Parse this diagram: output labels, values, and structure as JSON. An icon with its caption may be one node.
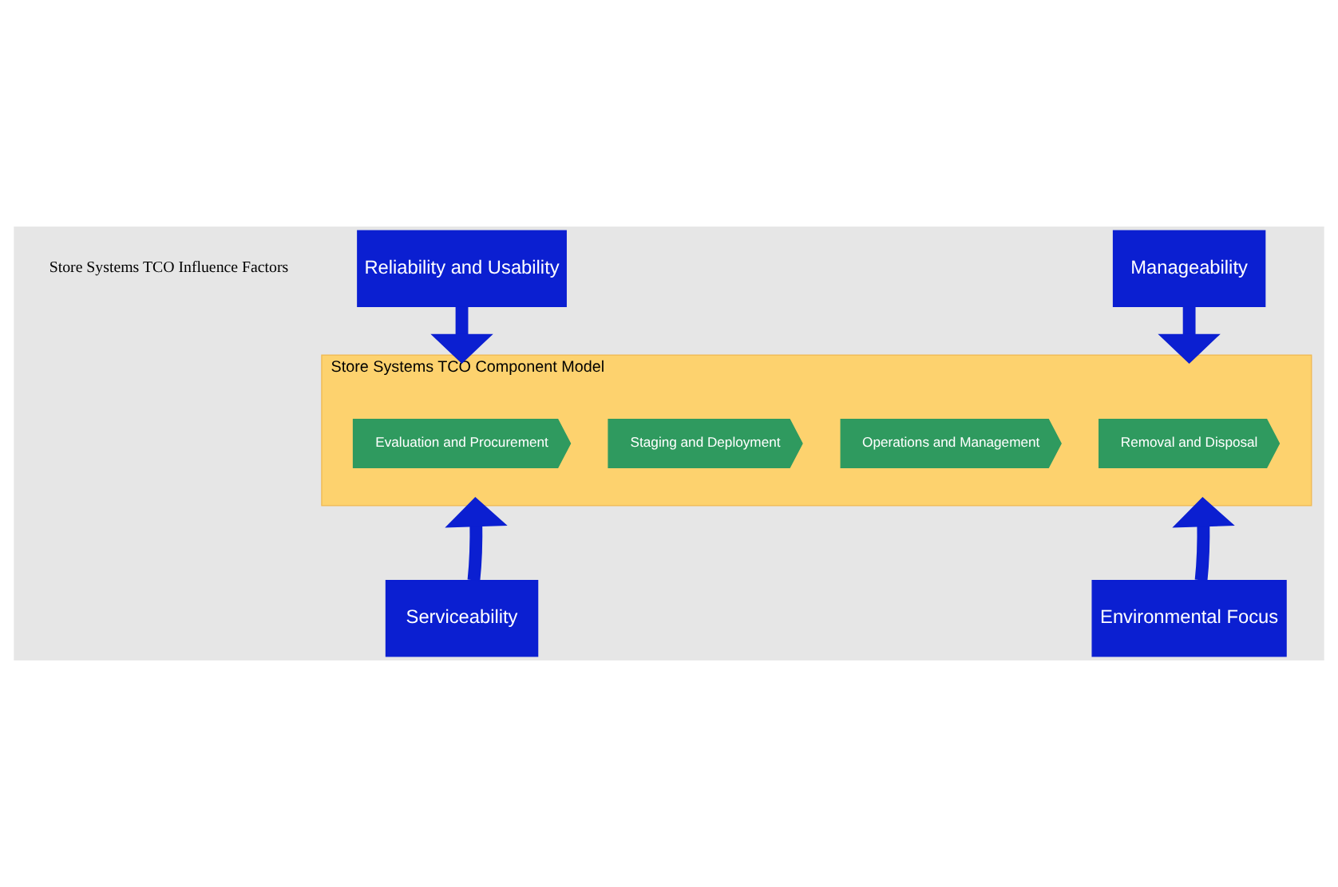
{
  "diagram": {
    "nodes": [
      {
        "text": [
          "Reliability and Usability"
        ]
      },
      {
        "text": [
          "Manageability"
        ]
      },
      {
        "text": [
          "Store Systems TCO Component Model"
        ]
      },
      {
        "text": [
          "Evaluation and Procurement"
        ],
        "in": 2
      },
      {
        "text": [
          "Staging and Deployment"
        ],
        "in": 2
      },
      {
        "text": [
          "Operations and Management"
        ],
        "in": 2
      },
      {
        "text": [
          "Removal and Disposal"
        ],
        "in": 2
      },
      {
        "text": [
          "Serviceability"
        ]
      },
      {
        "text": [
          "Environmental Focus"
        ]
      }
    ],
    "edges": [
      {
        "from": 0,
        "to": 2,
        "arrow": "to"
      },
      {
        "from": 1,
        "to": 2,
        "arrow": "to"
      },
      {
        "from": 7,
        "to": 2,
        "arrow": "to"
      },
      {
        "from": 8,
        "to": 2,
        "arrow": "to"
      }
    ],
    "labels": [
      "Store Systems TCO Influence Factors"
    ]
  }
}
